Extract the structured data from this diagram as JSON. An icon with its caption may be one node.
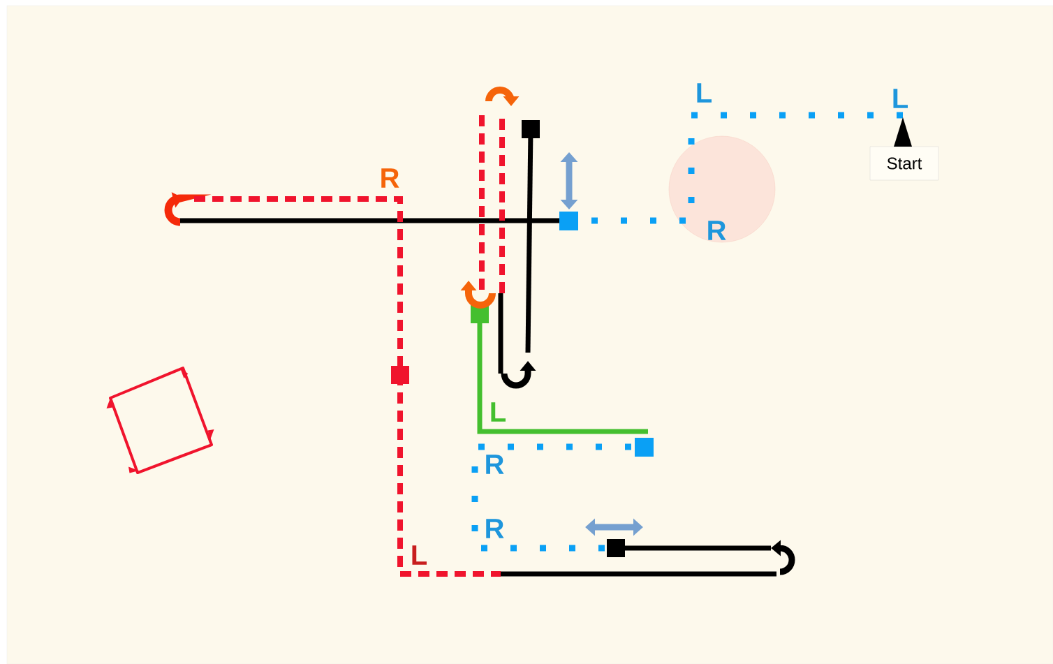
{
  "diagram": {
    "nodes": [
      {
        "text": [
          "Start"
        ]
      }
    ],
    "labels": [
      "L",
      "L",
      "R",
      "R",
      "L",
      "R",
      "R",
      "L"
    ]
  }
}
